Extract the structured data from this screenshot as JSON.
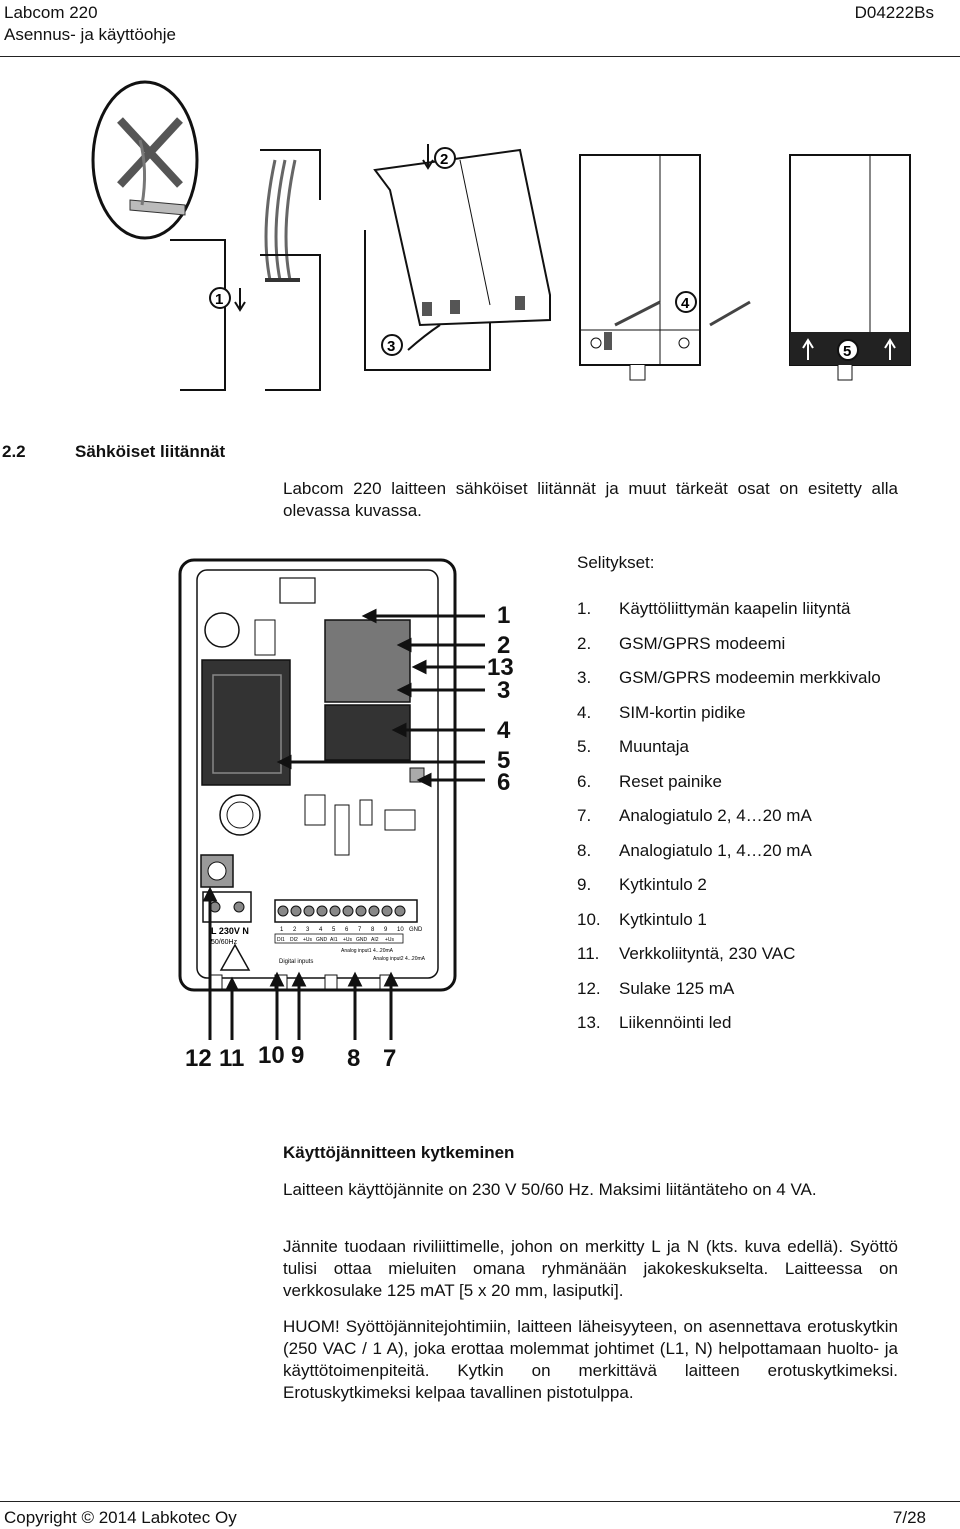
{
  "header": {
    "product": "Labcom 220",
    "doc_type": "Asennus- ja käyttöohje",
    "doc_code": "D04222Bs"
  },
  "install_figure": {
    "step_labels": [
      "1",
      "2",
      "3",
      "4",
      "5"
    ]
  },
  "section": {
    "number": "2.2",
    "title": "Sähköiset liitännät",
    "intro": "Labcom 220 laitteen sähköiset liitännät ja muut tärkeät osat on esitetty alla olevassa kuvassa."
  },
  "board_figure": {
    "right_callouts": [
      "1",
      "2",
      "13",
      "3",
      "4",
      "5",
      "6"
    ],
    "bottom_callouts": [
      "12",
      "11",
      "10",
      "9",
      "8",
      "7"
    ],
    "terminal_text": {
      "power": "L 230V N",
      "power_freq": "50/60Hz",
      "terminal_numbers": [
        "1",
        "2",
        "3",
        "4",
        "5",
        "6",
        "7",
        "8",
        "9",
        "10",
        "GND"
      ],
      "terminal_names": [
        "DI1",
        "DI2",
        "+Us",
        "GND",
        "AI1",
        "+Us",
        "GND",
        "AI2",
        "+Us"
      ],
      "digital": "Digital inputs",
      "analog1": "Analog input1 4...20mA",
      "analog2": "Analog input2 4...20mA"
    }
  },
  "legend": {
    "title": "Selitykset:",
    "items": [
      {
        "num": "1.",
        "text": "Käyttöliittymän kaapelin liityntä"
      },
      {
        "num": "2.",
        "text": "GSM/GPRS modeemi"
      },
      {
        "num": "3.",
        "text": "GSM/GPRS modeemin merkkivalo"
      },
      {
        "num": "4.",
        "text": "SIM-kortin pidike"
      },
      {
        "num": "5.",
        "text": "Muuntaja"
      },
      {
        "num": "6.",
        "text": "Reset painike"
      },
      {
        "num": "7.",
        "text": "Analogiatulo 2, 4…20 mA"
      },
      {
        "num": "8.",
        "text": "Analogiatulo 1, 4…20 mA"
      },
      {
        "num": "9.",
        "text": "Kytkintulo 2"
      },
      {
        "num": "10.",
        "text": "Kytkintulo 1"
      },
      {
        "num": "11.",
        "text": "Verkkoliityntä, 230 VAC"
      },
      {
        "num": "12.",
        "text": "Sulake 125 mA"
      },
      {
        "num": "13.",
        "text": "Liikennöinti led"
      }
    ]
  },
  "power_section": {
    "heading": "Käyttöjännitteen kytkeminen",
    "p1": "Laitteen käyttöjännite on 230 V 50/60 Hz. Maksimi liitäntäteho on 4 VA.",
    "p2": "Jännite tuodaan riviliittimelle, johon on merkitty L ja N (kts. kuva edellä). Syöttö tulisi ottaa mieluiten omana ryhmänään jakokeskukselta. Laitteessa on verkkosulake 125 mAT [5 x 20 mm, lasiputki].",
    "p3": "HUOM! Syöttöjännitejohtimiin, laitteen läheisyyteen, on asennettava erotuskytkin (250 VAC / 1 A), joka erottaa molemmat johtimet (L1, N) helpottamaan huolto- ja käyttötoimenpiteitä. Kytkin on merkittävä laitteen erotuskytkimeksi. Erotuskytkimeksi kelpaa tavallinen pistotulppa."
  },
  "footer": {
    "copyright": "Copyright © 2014 Labkotec Oy",
    "page": "7/28"
  }
}
